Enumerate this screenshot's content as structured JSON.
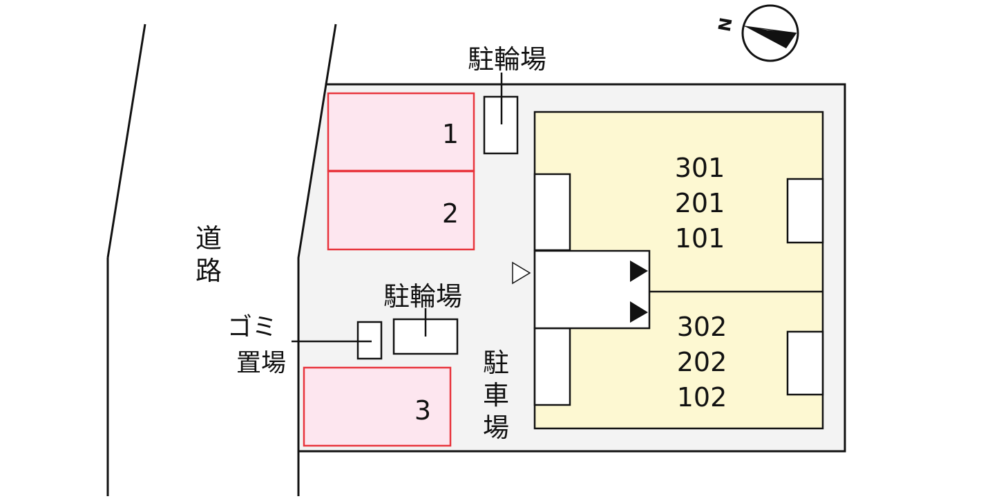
{
  "compass": {
    "north_label": "N"
  },
  "road": {
    "label_chars": [
      "道",
      "路"
    ]
  },
  "bicycle_parking_top": {
    "label": "駐輪場"
  },
  "bicycle_parking_middle": {
    "label": "駐輪場"
  },
  "garbage_area": {
    "label_lines": [
      "ゴミ",
      "置場"
    ]
  },
  "parking_lot": {
    "label_chars": [
      "駐",
      "車",
      "場"
    ]
  },
  "parking_spaces": [
    {
      "number": "1"
    },
    {
      "number": "2"
    },
    {
      "number": "3"
    }
  ],
  "units_block_north": {
    "rooms": [
      "301",
      "201",
      "101"
    ]
  },
  "units_block_south": {
    "rooms": [
      "302",
      "202",
      "102"
    ]
  },
  "colors": {
    "parking_space_fill": "#fde6ef",
    "parking_space_border": "#e8343c",
    "building_fill": "#fdf8d2",
    "site_fill": "#f3f3f3",
    "line": "#111111"
  }
}
